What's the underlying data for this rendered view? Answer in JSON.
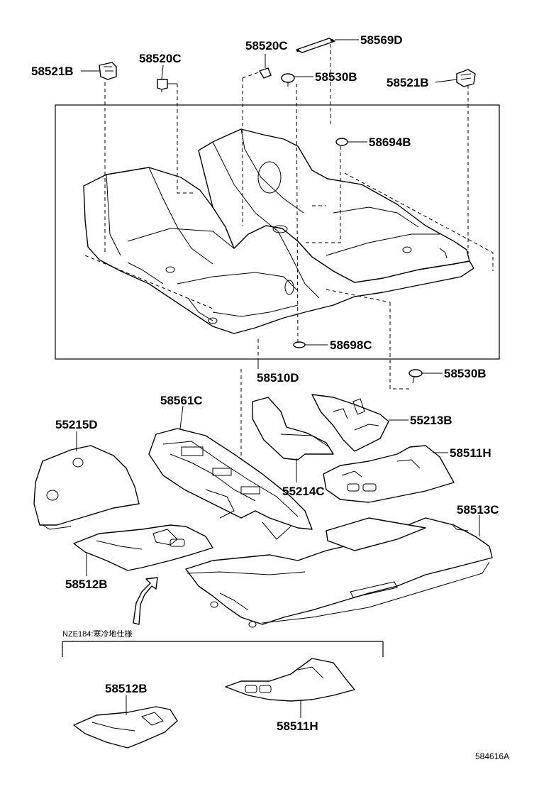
{
  "labels": {
    "p58521B_left": "58521B",
    "p58520C_left": "58520C",
    "p58520C_top": "58520C",
    "p58569D": "58569D",
    "p58530B_top": "58530B",
    "p58521B_right": "58521B",
    "p58694B": "58694B",
    "p58698C": "58698C",
    "p58510D": "58510D",
    "p58530B_lower": "58530B",
    "p58561C": "58561C",
    "p55215D": "55215D",
    "p55213B": "55213B",
    "p58511H": "58511H",
    "p55214C": "55214C",
    "p58513C": "58513C",
    "p58512B": "58512B",
    "p58512B_option": "58512B",
    "p58511H_option": "58511H"
  },
  "option_note": "NZE184:寒冷地仕様",
  "reference_code": "584616A"
}
